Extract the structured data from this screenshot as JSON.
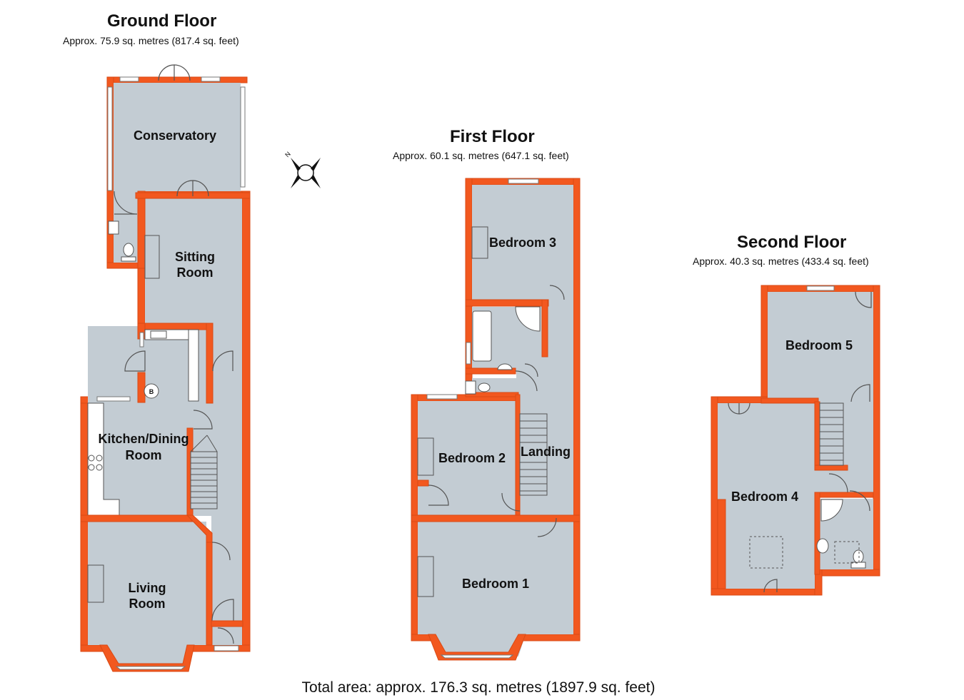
{
  "floors": [
    {
      "title": "Ground Floor",
      "area": "Approx.  75.9 sq. metres (817.4 sq. feet)"
    },
    {
      "title": "First Floor",
      "area": "Approx.  60.1 sq. metres (647.1 sq. feet)"
    },
    {
      "title": "Second Floor",
      "area": "Approx.  40.3 sq. metres (433.4 sq. feet)"
    }
  ],
  "rooms": {
    "conservatory": "Conservatory",
    "sitting_1": "Sitting",
    "sitting_2": "Room",
    "kitchen_1": "Kitchen/Dining",
    "kitchen_2": "Room",
    "living_1": "Living",
    "living_2": "Room",
    "bedroom1": "Bedroom 1",
    "bedroom2": "Bedroom 2",
    "bedroom3": "Bedroom 3",
    "landing": "Landing",
    "bedroom4": "Bedroom 4",
    "bedroom5": "Bedroom 5",
    "boiler": "B"
  },
  "compass": {
    "label": "N"
  },
  "total_area": "Total area: approx. 176.3 sq. metres (1897.9 sq. feet)",
  "colors": {
    "wall": "#f2581f",
    "floor": "#c3ccd3"
  }
}
